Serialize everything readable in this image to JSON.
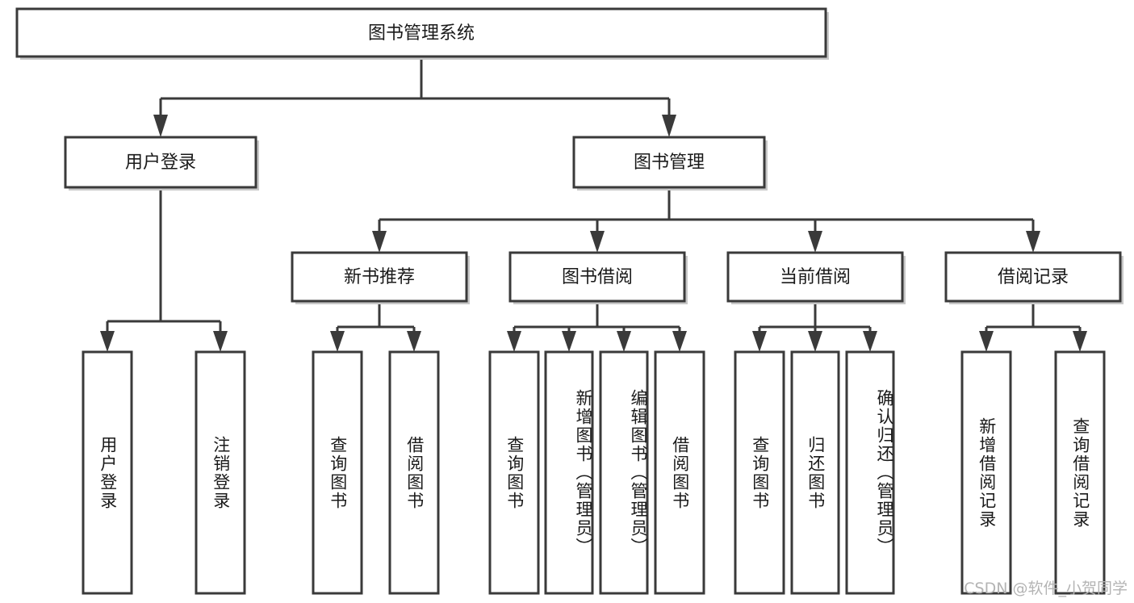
{
  "diagram": {
    "title": "图书管理系统",
    "type": "hierarchy-tree",
    "watermark": "CSDN @软件_小贺同学",
    "colors": {
      "box_stroke": "#3a3a3a",
      "box_fill": "#ffffff",
      "text": "#1a1a1a",
      "watermark": "#b4b4b4",
      "background": "#ffffff"
    },
    "levels": {
      "root": {
        "label": "图书管理系统",
        "orientation": "horizontal"
      },
      "level2": [
        {
          "label": "用户登录",
          "orientation": "horizontal"
        },
        {
          "label": "图书管理",
          "orientation": "horizontal"
        }
      ],
      "level3": [
        {
          "label": "新书推荐",
          "orientation": "horizontal",
          "parent": "图书管理"
        },
        {
          "label": "图书借阅",
          "orientation": "horizontal",
          "parent": "图书管理"
        },
        {
          "label": "当前借阅",
          "orientation": "horizontal",
          "parent": "图书管理"
        },
        {
          "label": "借阅记录",
          "orientation": "horizontal",
          "parent": "图书管理"
        }
      ],
      "leaves": [
        {
          "label": "用户登录",
          "orientation": "vertical",
          "parent": "用户登录"
        },
        {
          "label": "注销登录",
          "orientation": "vertical",
          "parent": "用户登录"
        },
        {
          "label": "查询图书",
          "orientation": "vertical",
          "parent": "新书推荐"
        },
        {
          "label": "借阅图书",
          "orientation": "vertical",
          "parent": "新书推荐"
        },
        {
          "label": "查询图书",
          "orientation": "vertical",
          "parent": "图书借阅"
        },
        {
          "label": "新增图书（管理员）",
          "orientation": "vertical",
          "parent": "图书借阅"
        },
        {
          "label": "编辑图书（管理员）",
          "orientation": "vertical",
          "parent": "图书借阅"
        },
        {
          "label": "借阅图书",
          "orientation": "vertical",
          "parent": "图书借阅"
        },
        {
          "label": "查询图书",
          "orientation": "vertical",
          "parent": "当前借阅"
        },
        {
          "label": "归还图书",
          "orientation": "vertical",
          "parent": "当前借阅"
        },
        {
          "label": "确认归还（管理员）",
          "orientation": "vertical",
          "parent": "当前借阅"
        },
        {
          "label": "新增借阅记录",
          "orientation": "vertical",
          "parent": "借阅记录"
        },
        {
          "label": "查询借阅记录",
          "orientation": "vertical",
          "parent": "借阅记录"
        }
      ]
    }
  }
}
